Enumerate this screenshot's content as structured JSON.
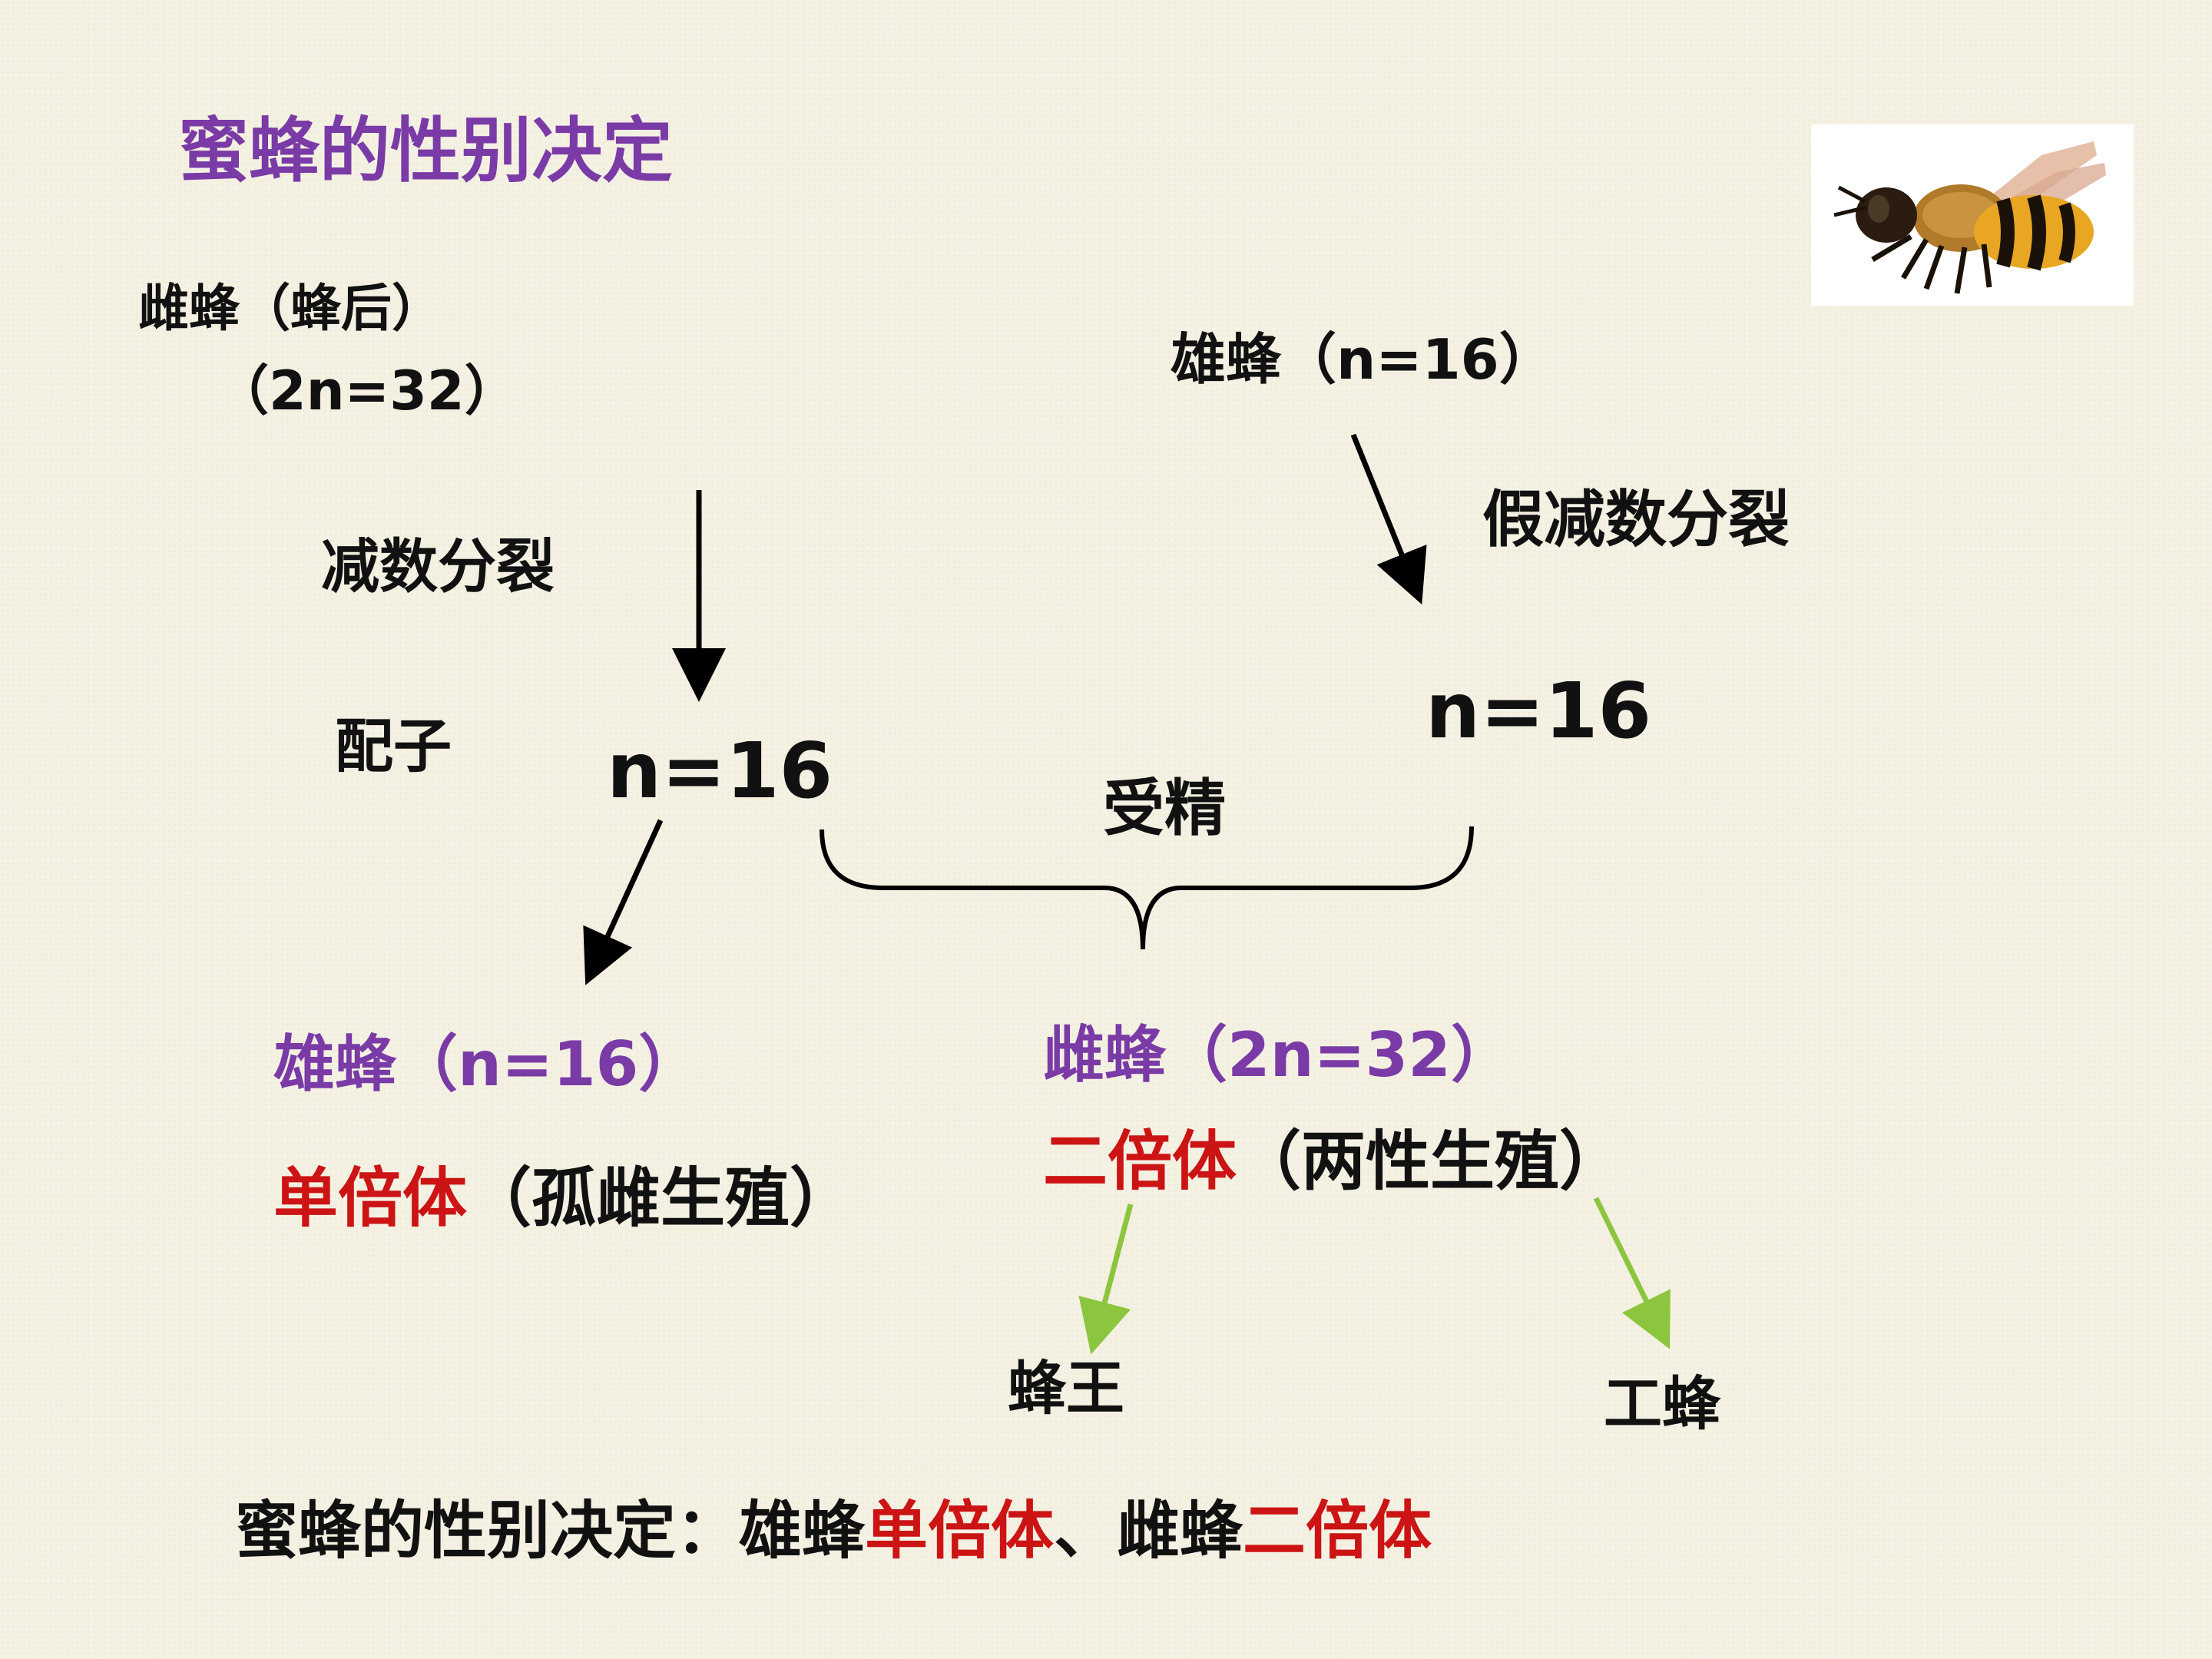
{
  "title": "蜜蜂的性别决定",
  "female_parent": {
    "name": "雌蜂（蜂后）",
    "ploidy": "（2n=32）",
    "division": "减数分裂"
  },
  "male_parent": {
    "name": "雄蜂（n=16）",
    "division": "假减数分裂"
  },
  "gamete_label": "配子",
  "female_gamete": "n=16",
  "male_gamete": "n=16",
  "fertilization_label": "受精",
  "offspring_male": {
    "name": "雄蜂（n=16）",
    "type": "单倍体",
    "reproduction": "（孤雌生殖）"
  },
  "offspring_female": {
    "name": "雌蜂（2n=32）",
    "type": "二倍体",
    "reproduction": "（两性生殖）"
  },
  "castes": {
    "queen": "蜂王",
    "worker": "工蜂"
  },
  "summary": {
    "prefix": "蜜蜂的性别决定：雄蜂",
    "haploid": "单倍体",
    "middle": "、雌蜂",
    "diploid": "二倍体"
  },
  "colors": {
    "title": "#7a3ba6",
    "emphasis": "#cc1414",
    "green_arrow": "#8cc63f",
    "background": "#f4f1e3"
  },
  "icons": [
    "bee-icon"
  ]
}
